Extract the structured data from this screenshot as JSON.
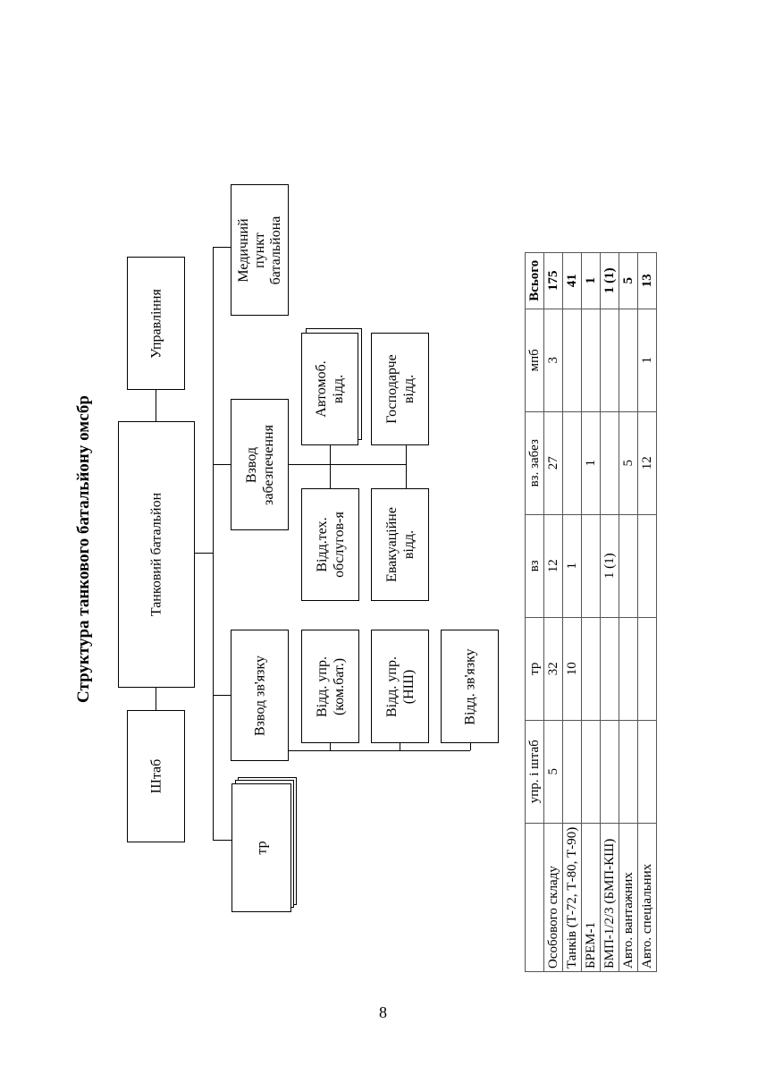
{
  "title": "Структура танкового батальйону омсбр",
  "org_chart": {
    "battalion": "Танковий батальйон",
    "staff": "Штаб",
    "command": "Управління",
    "tank_company": "тр",
    "signal_platoon": {
      "name": "Взвод зв'язку",
      "sections": [
        "Відд. упр.\n(ком.бат.)",
        "Відд. упр.\n(НШ)",
        "Відд. зв'язку"
      ]
    },
    "support_platoon": {
      "name": "Взвод\nзабезпечення",
      "sections": [
        "Відд.тех.\nобслугов-я",
        "Автомоб.\nвідд.",
        "Евакуаційне\nвідд.",
        "Господарче\nвідд."
      ]
    },
    "medical_point": "Медичний\nпункт\nбатальйона"
  },
  "table": {
    "columns": [
      "",
      "упр. і штаб",
      "тр",
      "вз",
      "вз. забез",
      "мпб",
      "Всього"
    ],
    "rows": [
      {
        "label": "Особового складу",
        "values": [
          "5",
          "32",
          "12",
          "27",
          "3"
        ],
        "total": "175"
      },
      {
        "label": "Танків (Т-72, Т-80, Т-90)",
        "values": [
          "",
          "10",
          "1",
          "",
          ""
        ],
        "total": "41"
      },
      {
        "label": "БРЕМ-1",
        "values": [
          "",
          "",
          "",
          "1",
          ""
        ],
        "total": "1"
      },
      {
        "label": "БМП-1/2/3 (БМП-КШ)",
        "values": [
          "",
          "",
          "1 (1)",
          "",
          ""
        ],
        "total": "1 (1)"
      },
      {
        "label": "Авто. вантажних",
        "values": [
          "",
          "",
          "",
          "5",
          ""
        ],
        "total": "5"
      },
      {
        "label": "Авто. спеціальних",
        "values": [
          "",
          "",
          "",
          "12",
          "1"
        ],
        "total": "13"
      }
    ]
  },
  "page_number": "8"
}
